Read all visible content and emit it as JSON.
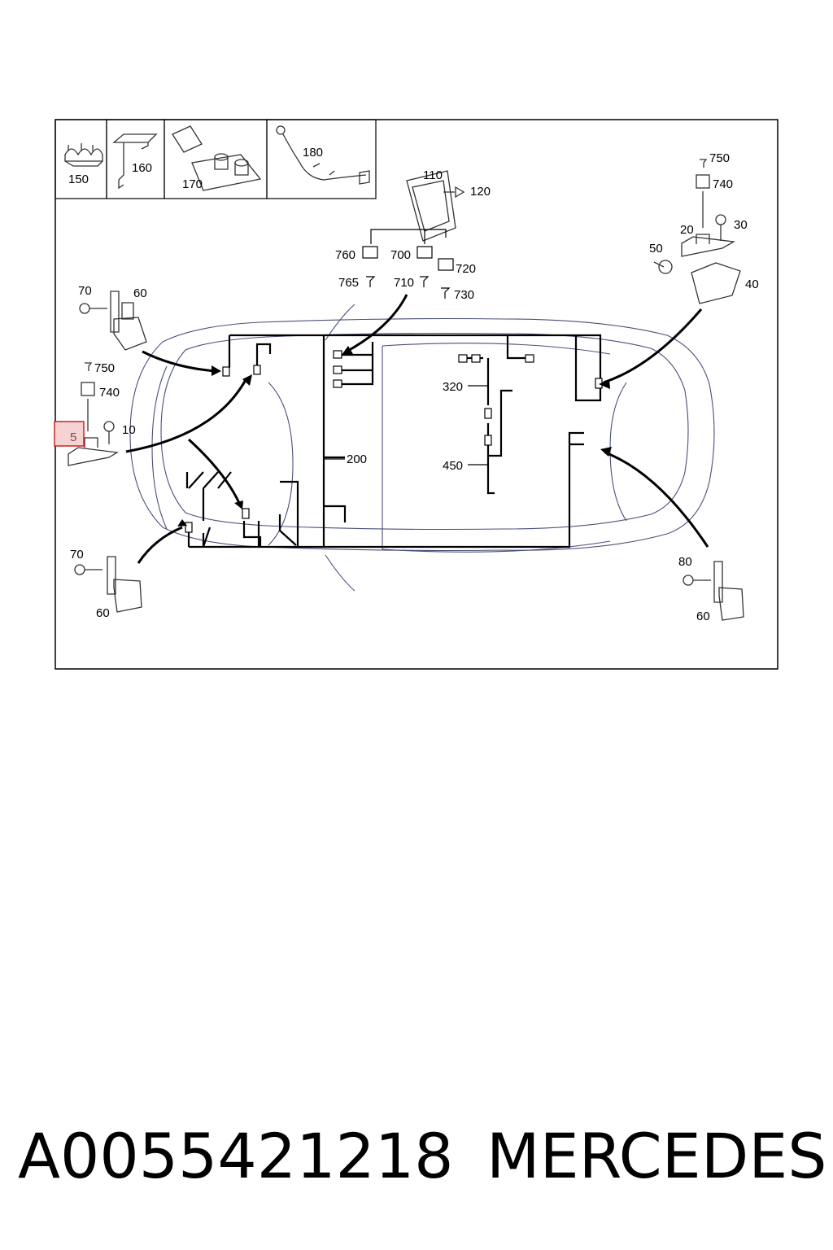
{
  "labels": {
    "l150": "150",
    "l160": "160",
    "l170": "170",
    "l180": "180",
    "l110": "110",
    "l120": "120",
    "l760": "760",
    "l765": "765",
    "l700": "700",
    "l710": "710",
    "l720": "720",
    "l730": "730",
    "l750a": "750",
    "l740a": "740",
    "l20": "20",
    "l30": "30",
    "l50": "50",
    "l40": "40",
    "l70a": "70",
    "l60a": "60",
    "l750b": "750",
    "l740b": "740",
    "l10": "10",
    "l5": "5",
    "l70b": "70",
    "l60b": "60",
    "l80": "80",
    "l60c": "60",
    "l200": "200",
    "l320": "320",
    "l450": "450"
  },
  "caption": {
    "part_number": "A0055421218",
    "brand": "MERCEDES"
  },
  "colors": {
    "highlight_stroke": "#cc2222",
    "highlight_fill": "#f6d3d3",
    "line": "#000000",
    "car_outline": "#4a4f7a"
  }
}
